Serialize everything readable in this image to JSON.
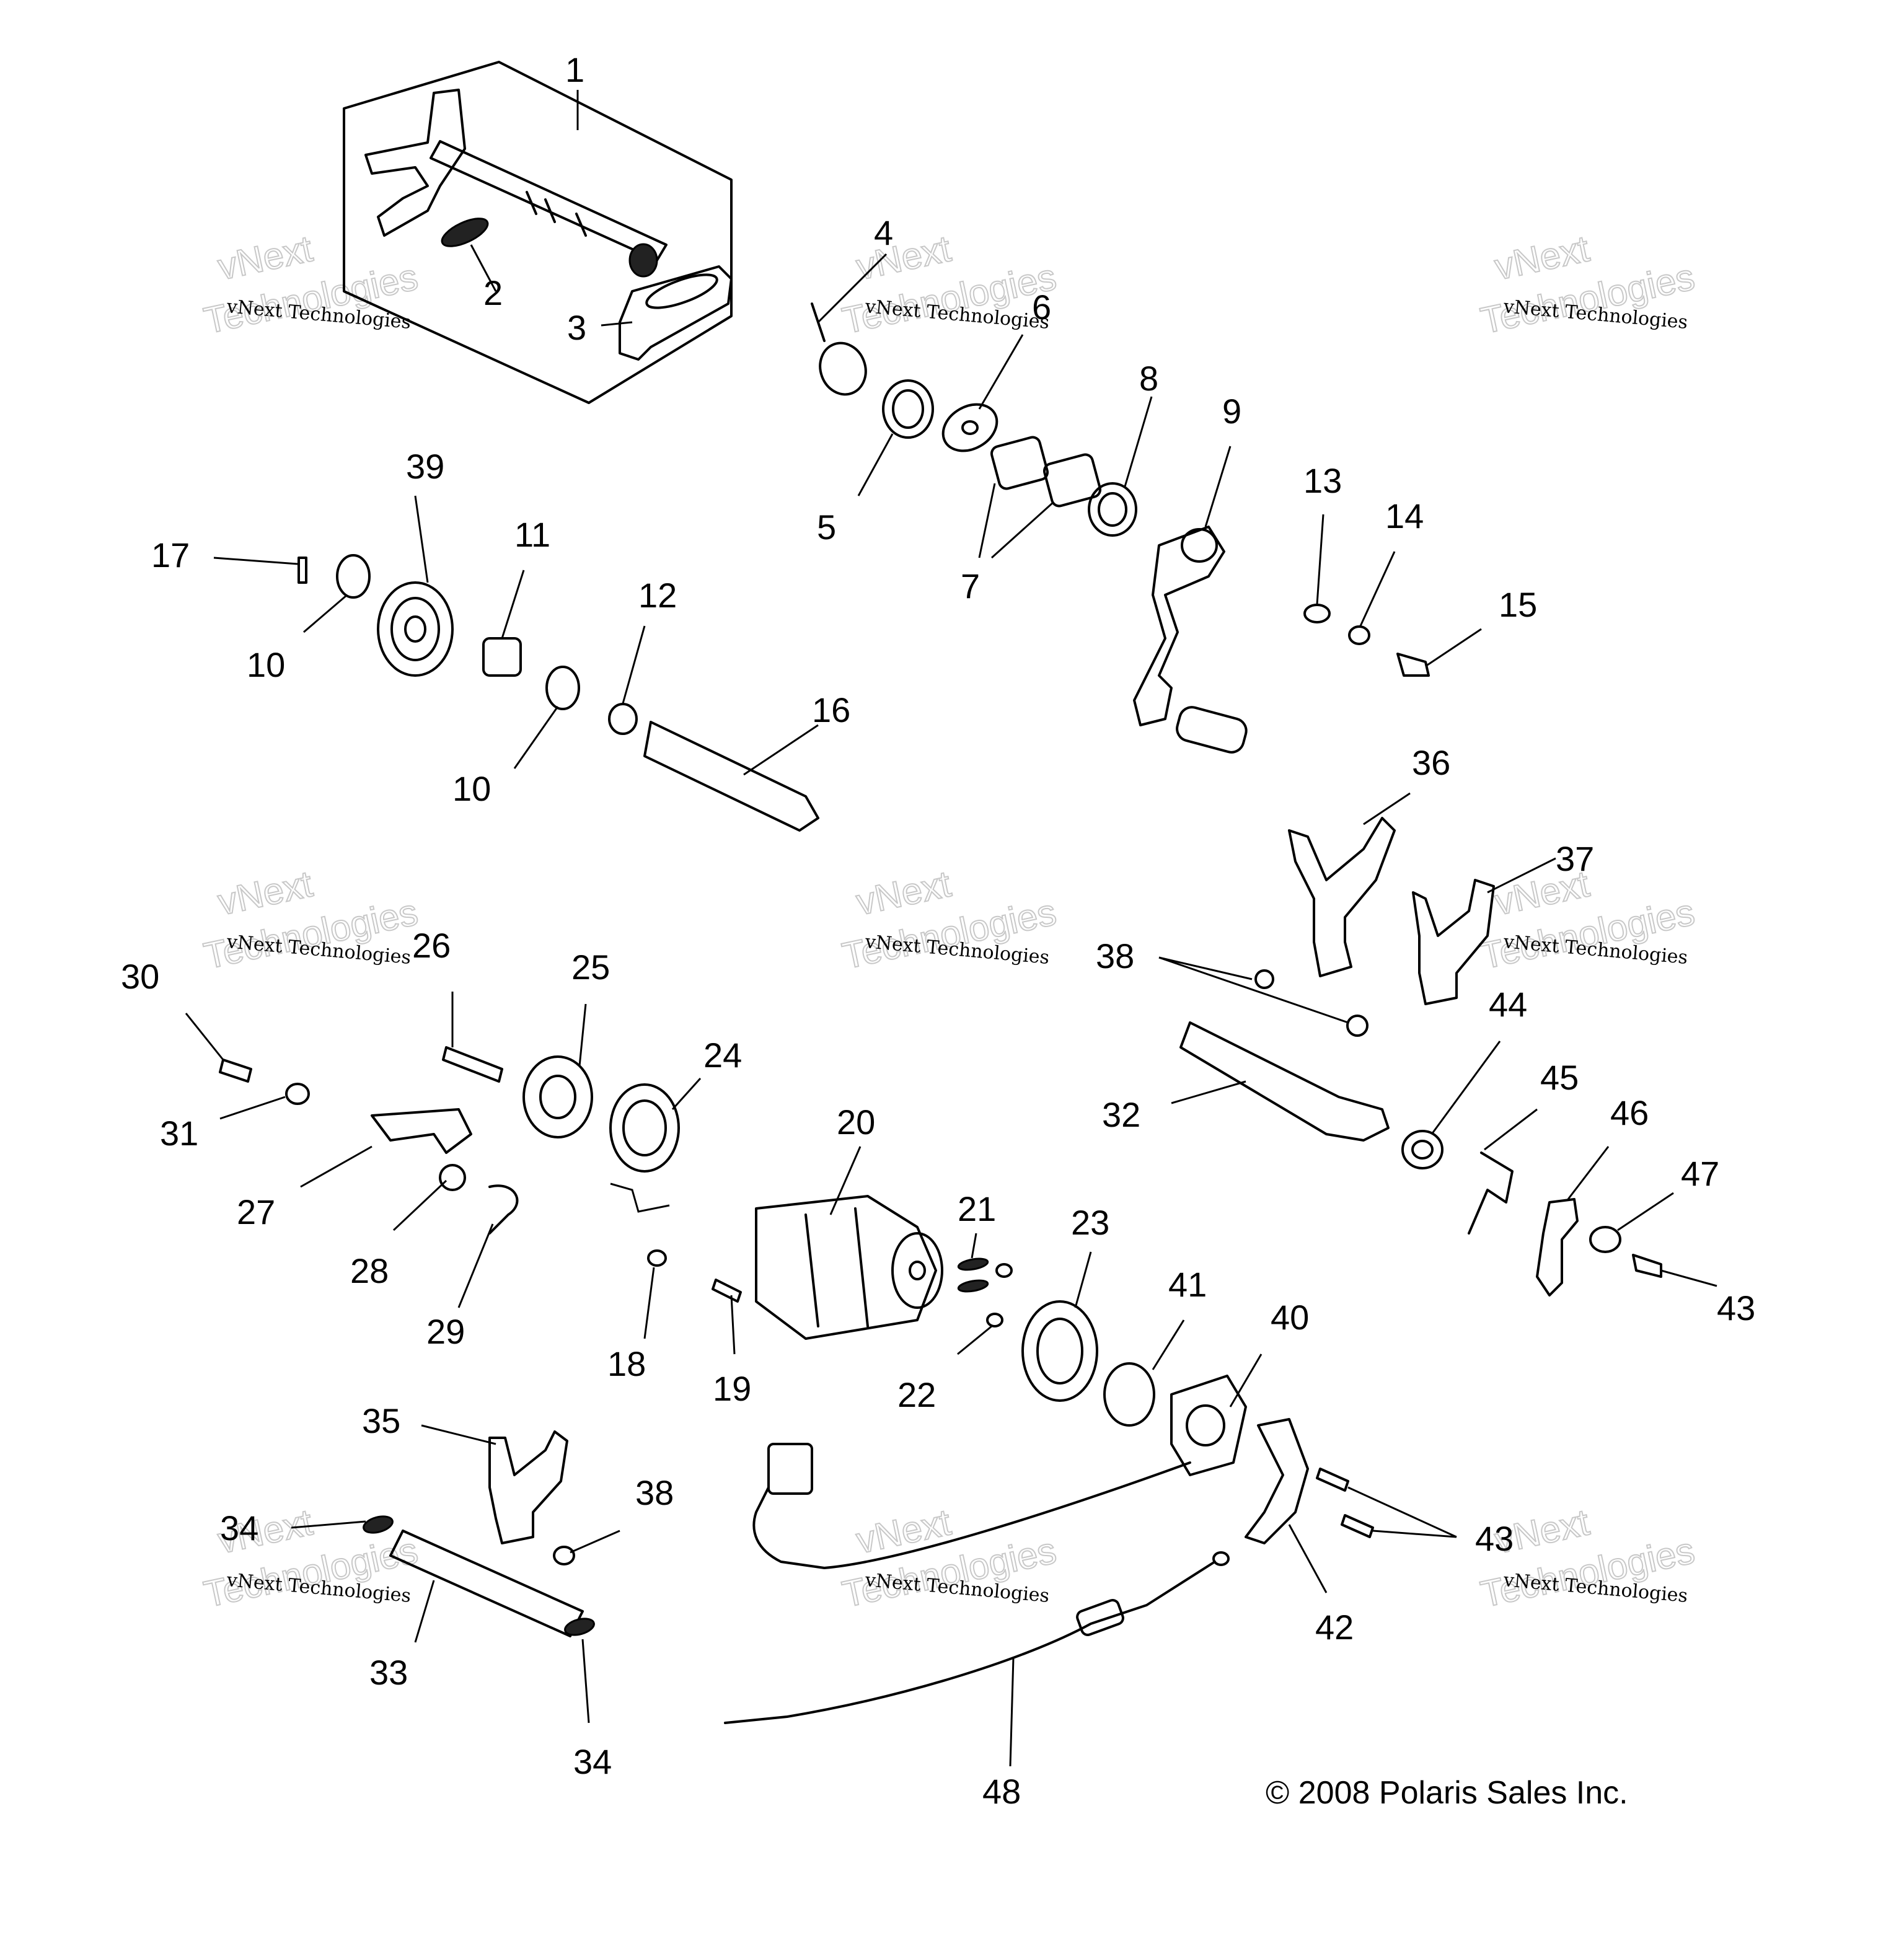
{
  "callouts": [
    "1",
    "2",
    "3",
    "4",
    "5",
    "6",
    "7",
    "8",
    "9",
    "10",
    "10",
    "11",
    "12",
    "13",
    "14",
    "15",
    "16",
    "17",
    "18",
    "19",
    "20",
    "21",
    "22",
    "23",
    "24",
    "25",
    "26",
    "27",
    "28",
    "29",
    "30",
    "31",
    "32",
    "33",
    "34",
    "34",
    "35",
    "36",
    "37",
    "38",
    "38",
    "39",
    "40",
    "41",
    "42",
    "43",
    "43",
    "44",
    "45",
    "46",
    "47",
    "48"
  ],
  "watermark": {
    "line1": "vNext Technologies",
    "line2a": "vNext",
    "line2b": "Technologies"
  },
  "copyright": "© 2008 Polaris Sales Inc."
}
